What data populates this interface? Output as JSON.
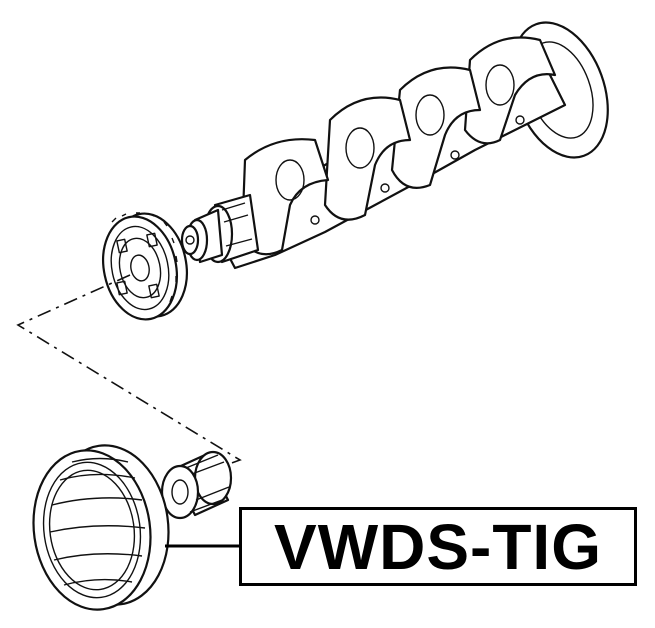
{
  "part_label": {
    "text": "VWDS-TIG"
  },
  "colors": {
    "line": "#111111",
    "background": "#ffffff"
  },
  "components": [
    {
      "name": "crankshaft"
    },
    {
      "name": "timing-gear"
    },
    {
      "name": "crankshaft-pulley"
    },
    {
      "name": "gear-bushing"
    }
  ]
}
